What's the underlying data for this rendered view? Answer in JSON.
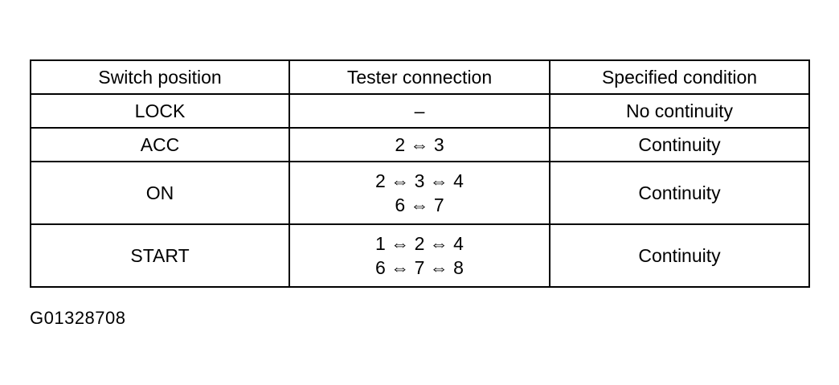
{
  "table": {
    "headers": [
      "Switch position",
      "Tester connection",
      "Specified condition"
    ],
    "rows": [
      {
        "position": "LOCK",
        "connection": [
          "–"
        ],
        "condition": "No continuity"
      },
      {
        "position": "ACC",
        "connection": [
          "2 ⇔ 3"
        ],
        "condition": "Continuity"
      },
      {
        "position": "ON",
        "connection": [
          "2 ⇔ 3 ⇔ 4",
          "6 ⇔ 7"
        ],
        "condition": "Continuity"
      },
      {
        "position": "START",
        "connection": [
          "1 ⇔ 2 ⇔ 4",
          "6 ⇔ 7 ⇔ 8"
        ],
        "condition": "Continuity"
      }
    ]
  },
  "figure_code": "G01328708"
}
